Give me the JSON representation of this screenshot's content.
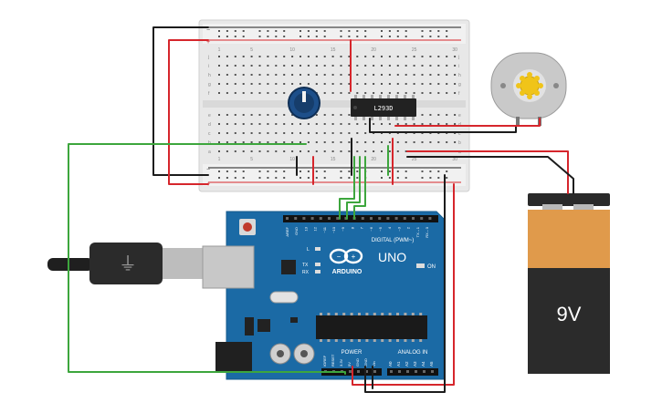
{
  "arduino": {
    "logo_text": "ARDUINO",
    "model": "UNO",
    "digital_label": "DIGITAL (PWM~)",
    "analog_label": "ANALOG IN",
    "power_label": "POWER",
    "on_label": "ON",
    "tx_label": "TX",
    "rx_label": "RX",
    "l_label": "L",
    "digital_pins": [
      "AREF",
      "GND",
      "13",
      "12",
      "~11",
      "~10",
      "~9",
      "8",
      "7",
      "~6",
      "~5",
      "4",
      "~3",
      "2",
      "TX→1",
      "RX←0"
    ],
    "power_pins": [
      "IOREF",
      "RESET",
      "3.3V",
      "5V",
      "GND",
      "GND",
      "Vin"
    ],
    "analog_pins": [
      "A0",
      "A1",
      "A2",
      "A3",
      "A4",
      "A5"
    ]
  },
  "driver_ic": {
    "label": "L293D"
  },
  "battery": {
    "label": "9V"
  },
  "breadboard": {
    "row_letters_top": [
      "j",
      "i",
      "h",
      "g",
      "f"
    ],
    "row_letters_bottom": [
      "e",
      "d",
      "c",
      "b",
      "a"
    ],
    "column_numbers": [
      "1",
      "",
      "",
      "",
      "5",
      "",
      "",
      "",
      "",
      "10",
      "",
      "",
      "",
      "",
      "15",
      "",
      "",
      "",
      "",
      "20",
      "",
      "",
      "",
      "",
      "25",
      "",
      "",
      "",
      "",
      "30"
    ]
  },
  "colors": {
    "board_blue": "#1b6aa5",
    "wire_red": "#d6262c",
    "wire_black": "#1c1c1c",
    "wire_green": "#3da63d",
    "breadboard": "#e6e6e6",
    "battery_orange": "#e09a4b"
  }
}
